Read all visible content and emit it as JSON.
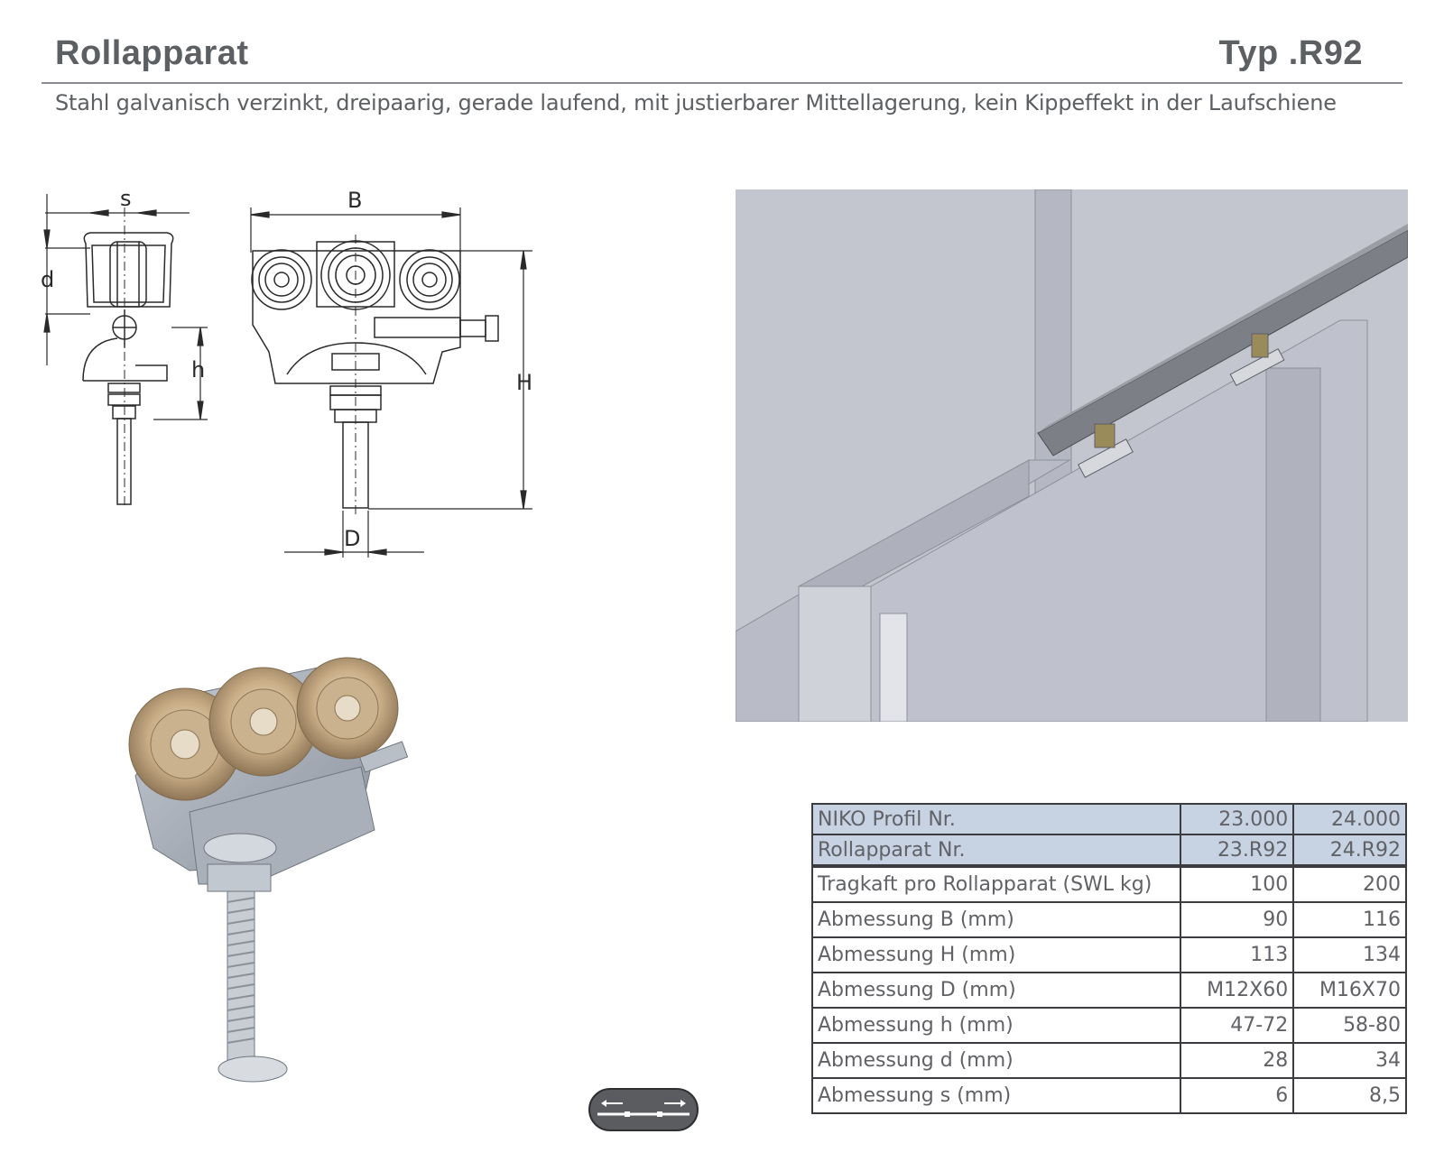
{
  "header": {
    "title": "Rollapparat",
    "type_label": "Typ .R92",
    "subtitle": "Stahl galvanisch verzinkt, dreipaarig, gerade laufend, mit justierbarer Mittellagerung, kein Kippeffekt in der Laufschiene"
  },
  "drawing": {
    "dim_s": "s",
    "dim_d": "d",
    "dim_h": "h",
    "dim_B": "B",
    "dim_H": "H",
    "dim_D": "D"
  },
  "colors": {
    "table_header_bg": "#c7d2e3",
    "text": "#5d6063",
    "render_bg": "#c3c5cf"
  },
  "table": {
    "header_rows": [
      {
        "label": "NIKO Profil Nr.",
        "v1": "23.000",
        "v2": "24.000"
      },
      {
        "label": "Rollapparat Nr.",
        "v1": "23.R92",
        "v2": "24.R92"
      }
    ],
    "rows": [
      {
        "label": "Tragkaft pro Rollapparat (SWL kg)",
        "v1": "100",
        "v2": "200"
      },
      {
        "label": "Abmessung B (mm)",
        "v1": "90",
        "v2": "116"
      },
      {
        "label": "Abmessung H (mm)",
        "v1": "113",
        "v2": "134"
      },
      {
        "label": "Abmessung D (mm)",
        "v1": "M12X60",
        "v2": "M16X70"
      },
      {
        "label": "Abmessung h (mm)",
        "v1": "47-72",
        "v2": "58-80"
      },
      {
        "label": "Abmessung d (mm)",
        "v1": "28",
        "v2": "34"
      },
      {
        "label": "Abmessung s (mm)",
        "v1": "6",
        "v2": "8,5"
      }
    ]
  },
  "icons": {
    "badge": "straight-track-arrows-icon"
  }
}
